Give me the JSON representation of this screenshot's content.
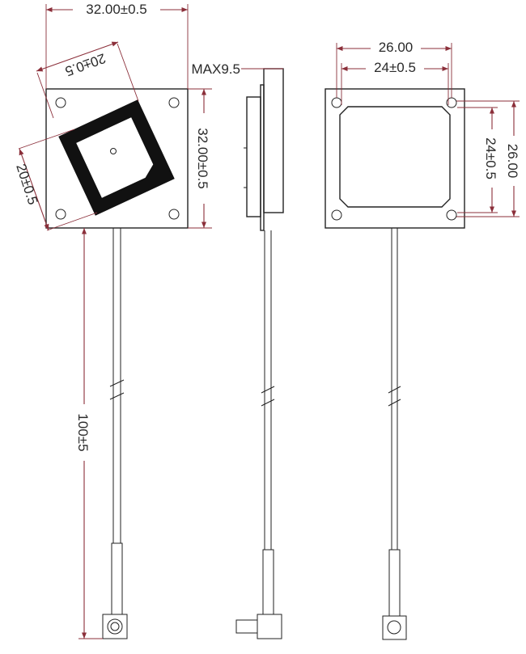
{
  "dimensions": {
    "front_width": "32.00±0.5",
    "front_height": "32.00±0.5",
    "patch_top": "20±0.5",
    "patch_side": "20±0.5",
    "cable_length": "100±5",
    "side_thickness": "MAX9.5",
    "back_outer_width": "26.00",
    "back_inner_width": "24±0.5",
    "back_inner_height": "24±0.5",
    "back_outer_height": "26.00"
  }
}
